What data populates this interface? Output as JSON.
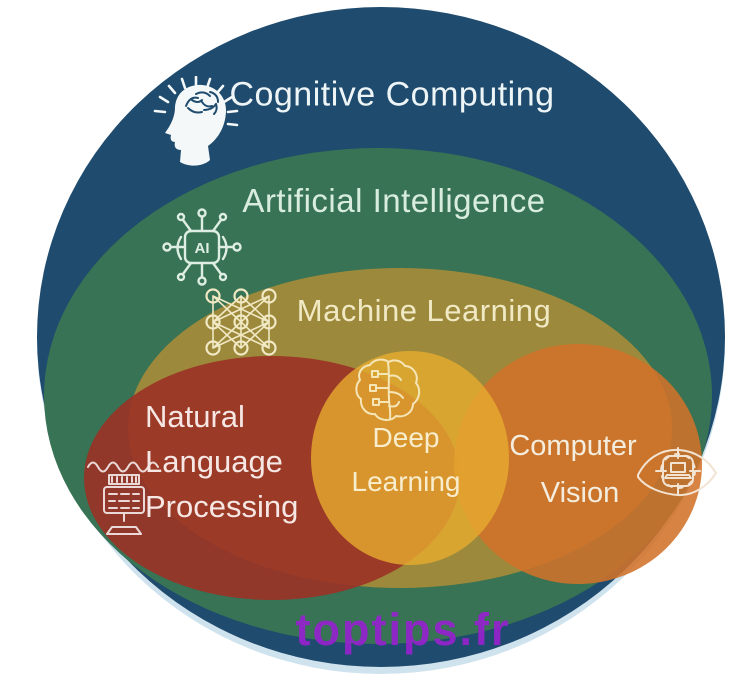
{
  "diagram": {
    "layers": {
      "cognitive": {
        "label": "Cognitive Computing",
        "icon": "head-brain-icon"
      },
      "ai": {
        "label": "Artificial Intelligence",
        "icon": "ai-chip-icon"
      },
      "ml": {
        "label": "Machine Learning",
        "icon": "neural-network-icon"
      },
      "nlp": {
        "lines": [
          "Natural",
          "Language",
          "Processing"
        ],
        "icon": "speech-wave-machine-icon"
      },
      "dl": {
        "lines": [
          "Deep",
          "Learning"
        ],
        "icon": "brain-icon"
      },
      "cv": {
        "lines": [
          "Computer",
          "Vision"
        ],
        "icon": "eye-scan-icon"
      }
    },
    "icons": {
      "ai_chip_text": "AI"
    },
    "colors": {
      "outer_blue": "#1f4b6e",
      "bottom_halo": "#cfe3ee",
      "ai_green": "#377354",
      "ml_olive": "#9d893b",
      "nlp_red": "#9b3226",
      "dl_gold": "#e7ad2f",
      "cv_orange": "#d2722a",
      "watermark_purple": "#9324cb"
    },
    "watermark": {
      "text": "toptips.fr"
    }
  }
}
